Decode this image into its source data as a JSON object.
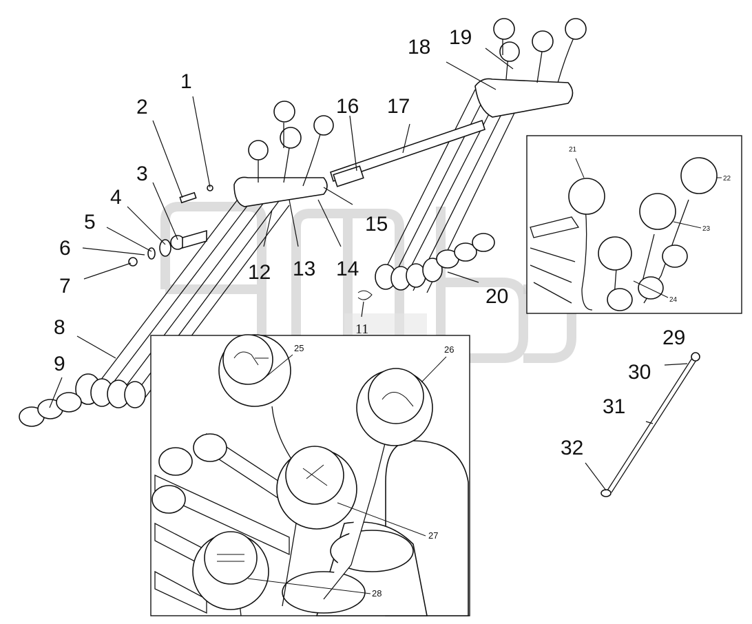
{
  "callouts_main": [
    {
      "id": "c1",
      "text": "1"
    },
    {
      "id": "c2",
      "text": "2"
    },
    {
      "id": "c3",
      "text": "3"
    },
    {
      "id": "c4",
      "text": "4"
    },
    {
      "id": "c5",
      "text": "5"
    },
    {
      "id": "c6",
      "text": "6"
    },
    {
      "id": "c7",
      "text": "7"
    },
    {
      "id": "c8",
      "text": "8"
    },
    {
      "id": "c9",
      "text": "9"
    },
    {
      "id": "c11",
      "text": "11"
    },
    {
      "id": "c12",
      "text": "12"
    },
    {
      "id": "c13",
      "text": "13"
    },
    {
      "id": "c14",
      "text": "14"
    },
    {
      "id": "c15",
      "text": "15"
    },
    {
      "id": "c16",
      "text": "16"
    },
    {
      "id": "c17",
      "text": "17"
    },
    {
      "id": "c18",
      "text": "18"
    },
    {
      "id": "c19",
      "text": "19"
    },
    {
      "id": "c20",
      "text": "20"
    },
    {
      "id": "c29",
      "text": "29"
    },
    {
      "id": "c30",
      "text": "30"
    },
    {
      "id": "c31",
      "text": "31"
    },
    {
      "id": "c32",
      "text": "32"
    }
  ],
  "callouts_inset_top": [
    {
      "id": "c21",
      "text": "21"
    },
    {
      "id": "c22",
      "text": "22"
    },
    {
      "id": "c23",
      "text": "23"
    },
    {
      "id": "c24",
      "text": "24"
    }
  ],
  "callouts_inset_bottom": [
    {
      "id": "c25",
      "text": "25"
    },
    {
      "id": "c26",
      "text": "26"
    },
    {
      "id": "c27",
      "text": "27"
    },
    {
      "id": "c28",
      "text": "28"
    }
  ],
  "watermark": "amgb",
  "colors": {
    "line": "#111111",
    "background": "#ffffff",
    "watermark": "#cfcfcf"
  }
}
